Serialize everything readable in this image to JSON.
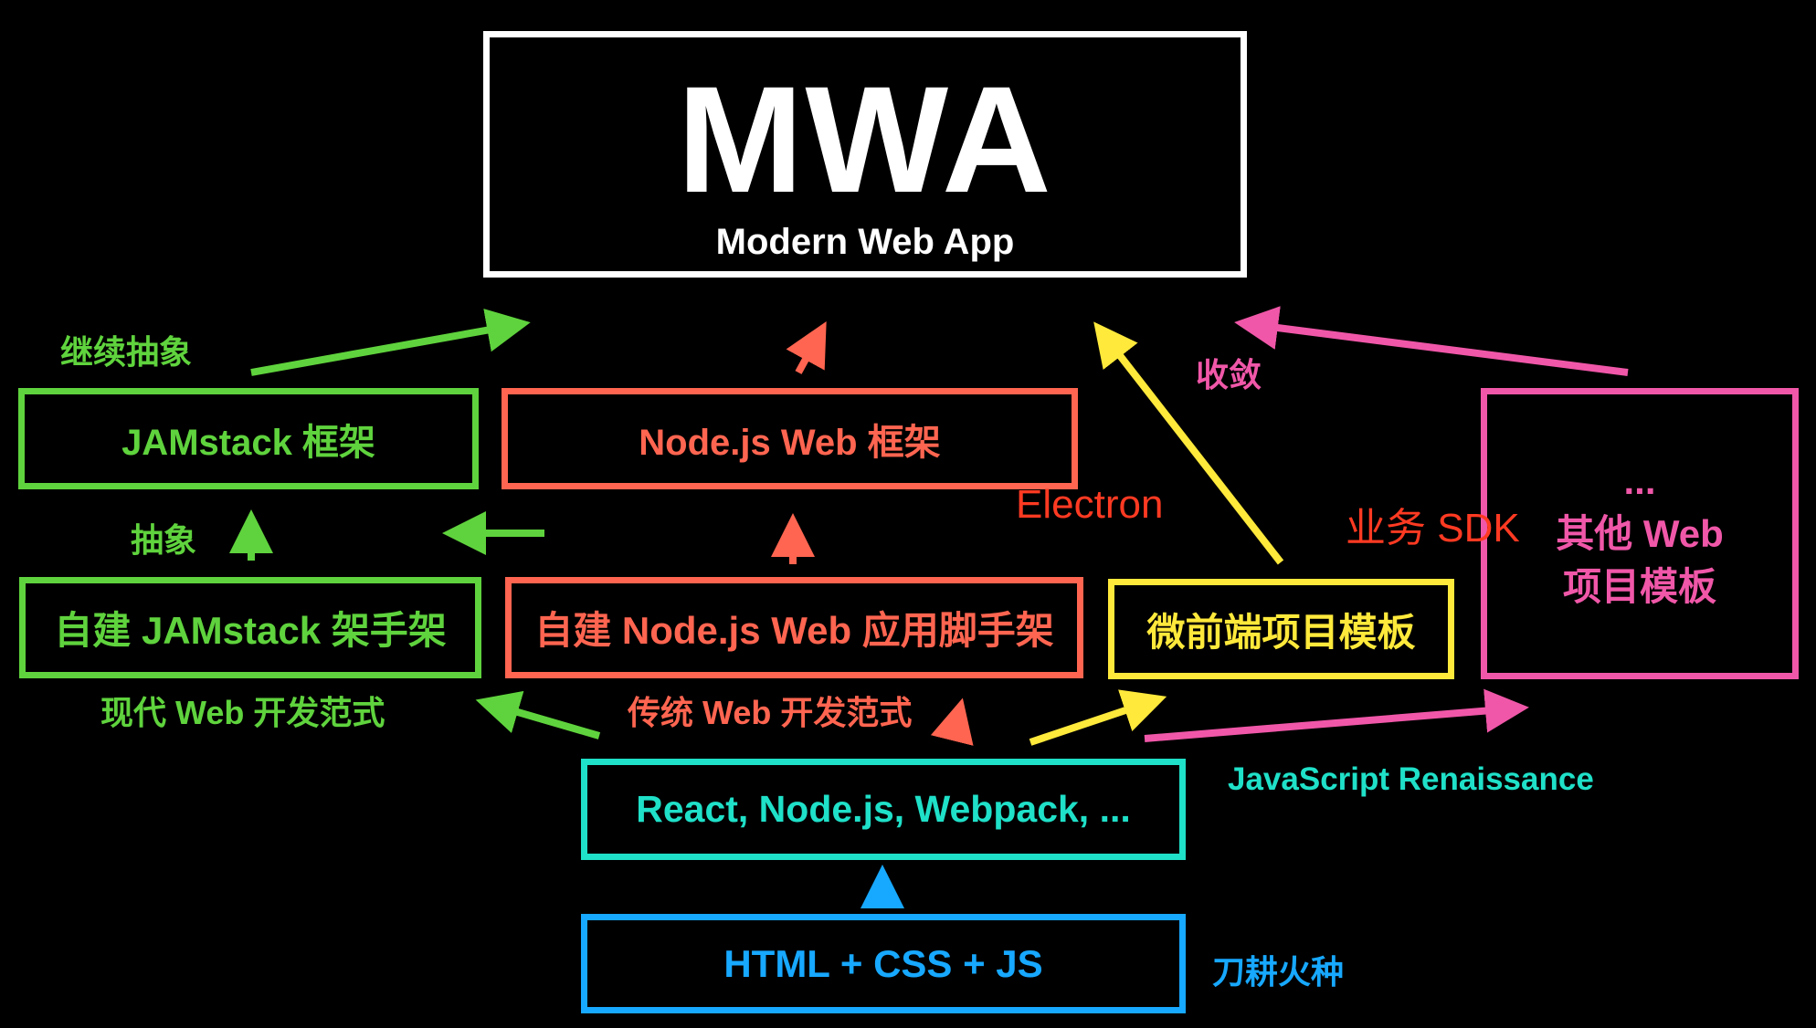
{
  "colors": {
    "white": "#ffffff",
    "green": "#5fd33d",
    "coral": "#ff6550",
    "yellow": "#ffe93b",
    "pink": "#f057a8",
    "cyan": "#1fe0c8",
    "blue": "#17a8ff",
    "red": "#ff3a22"
  },
  "boxes": {
    "mwa": {
      "title": "MWA",
      "subtitle": "Modern Web App"
    },
    "jamstack": {
      "label": "JAMstack 框架"
    },
    "node_web": {
      "label": "Node.js Web 框架"
    },
    "self_jamstack": {
      "label": "自建 JAMstack 架手架"
    },
    "self_node": {
      "label": "自建 Node.js Web 应用脚手架"
    },
    "micro_frontend": {
      "label": "微前端项目模板"
    },
    "other": {
      "line1": "...",
      "line2": "其他 Web",
      "line3": "项目模板"
    },
    "react": {
      "label": "React, Node.js, Webpack, ..."
    },
    "html": {
      "label": "HTML + CSS + JS"
    }
  },
  "labels": {
    "inherit_abstract": "继续抽象",
    "abstract": "抽象",
    "modern_paradigm": "现代 Web 开发范式",
    "traditional_paradigm": "传统 Web 开发范式",
    "electron": "Electron",
    "business_sdk": "业务 SDK",
    "converge": "收敛",
    "renaissance": "JavaScript Renaissance",
    "slash_and_burn": "刀耕火种"
  }
}
